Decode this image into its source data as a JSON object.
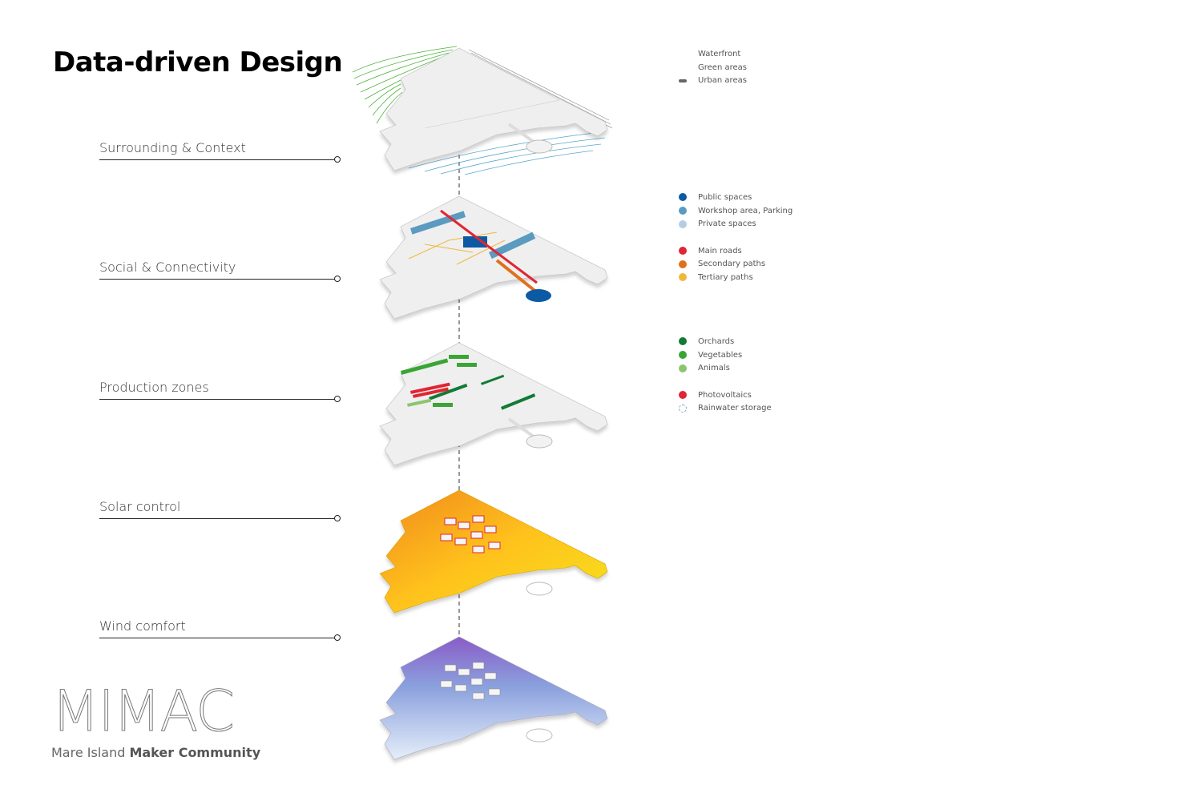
{
  "title": "Data-driven Design",
  "layers": [
    {
      "label": "Surrounding & Context"
    },
    {
      "label": "Social & Connectivity"
    },
    {
      "label": "Production zones"
    },
    {
      "label": "Solar control"
    },
    {
      "label": "Wind comfort"
    }
  ],
  "legend_groups": [
    {
      "items": [
        {
          "label": "Waterfront",
          "swatch": "none",
          "color": ""
        },
        {
          "label": "Green areas",
          "swatch": "none",
          "color": ""
        },
        {
          "label": "Urban areas",
          "swatch": "bar",
          "color": "#666666"
        }
      ]
    },
    {
      "items": [
        {
          "label": "Public spaces",
          "swatch": "dot",
          "color": "#0b5aa3"
        },
        {
          "label": "Workshop area, Parking",
          "swatch": "dot",
          "color": "#5b9bbf"
        },
        {
          "label": "Private spaces",
          "swatch": "dot",
          "color": "#b3cde3"
        },
        {
          "label": "Main roads",
          "swatch": "dot",
          "color": "#e02533"
        },
        {
          "label": "Secondary paths",
          "swatch": "dot",
          "color": "#e0701a"
        },
        {
          "label": "Tertiary paths",
          "swatch": "dot",
          "color": "#f0b83a"
        }
      ]
    },
    {
      "items": [
        {
          "label": "Orchards",
          "swatch": "dot",
          "color": "#137a35"
        },
        {
          "label": "Vegetables",
          "swatch": "dot",
          "color": "#3aa535"
        },
        {
          "label": "Animals",
          "swatch": "dot",
          "color": "#8cc46f"
        },
        {
          "label": "Photovoltaics",
          "swatch": "dot",
          "color": "#e02533"
        },
        {
          "label": "Rainwater storage",
          "swatch": "dashed",
          "color": "#77aabb"
        }
      ]
    }
  ],
  "logo": {
    "mark": "MIMAC",
    "sub_light": "Mare Island ",
    "sub_bold": "Maker Community"
  }
}
